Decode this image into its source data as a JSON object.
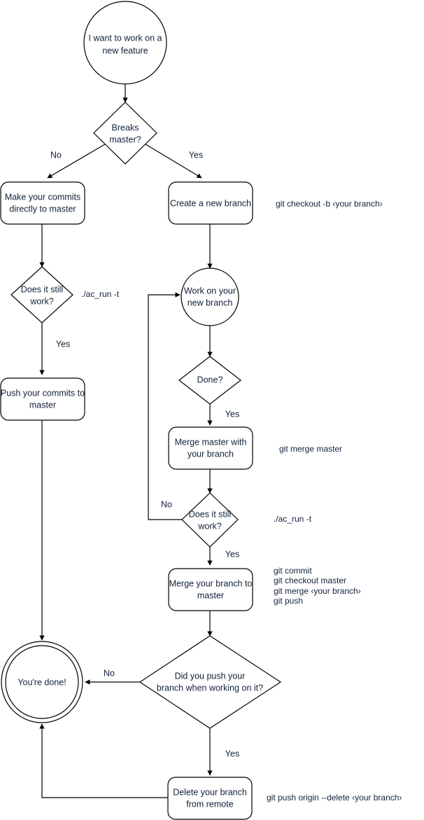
{
  "diagram": {
    "title": "Git feature branch workflow flowchart",
    "colors": {
      "background": "#ffffff",
      "stroke": "#000000",
      "text": "#11213a",
      "shape_fill": "#ffffff"
    },
    "nodes": {
      "start": {
        "shape": "circle",
        "line1": "I want to work on a",
        "line2": "new feature"
      },
      "breaks_master": {
        "shape": "diamond",
        "line1": "Breaks",
        "line2": "master?"
      },
      "make_commits": {
        "shape": "rounded-rect",
        "line1": "Make your commits",
        "line2": "directly to master"
      },
      "create_branch": {
        "shape": "rounded-rect",
        "line1": "Create a new branch",
        "line2": ""
      },
      "does_it_work_left": {
        "shape": "diamond",
        "line1": "Does it still",
        "line2": "work?"
      },
      "push_commits": {
        "shape": "rounded-rect",
        "line1": "Push your commits to",
        "line2": "master"
      },
      "work_on_branch": {
        "shape": "circle",
        "line1": "Work on your",
        "line2": "new branch"
      },
      "done_q": {
        "shape": "diamond",
        "line1": "Done?",
        "line2": ""
      },
      "merge_master_with_branch": {
        "shape": "rounded-rect",
        "line1": "Merge master with",
        "line2": "your branch"
      },
      "does_it_work_right": {
        "shape": "diamond",
        "line1": "Does it still",
        "line2": "work?"
      },
      "merge_branch_to_master": {
        "shape": "rounded-rect",
        "line1": "Merge your branch to",
        "line2": "master"
      },
      "did_you_push": {
        "shape": "diamond",
        "line1": "Did you push your",
        "line2": "branch when working on it?"
      },
      "youre_done": {
        "shape": "double-circle",
        "line1": "You're done!",
        "line2": ""
      },
      "delete_branch": {
        "shape": "rounded-rect",
        "line1": "Delete your branch",
        "line2": "from remote"
      }
    },
    "edge_labels": {
      "breaks_no": "No",
      "breaks_yes": "Yes",
      "left_work_yes": "Yes",
      "done_yes": "Yes",
      "right_work_no": "No",
      "right_work_yes": "Yes",
      "push_no": "No",
      "push_yes": "Yes"
    },
    "annotations": {
      "checkout_branch": "git checkout -b ‹your branch›",
      "ac_run_left": "./ac_run -t",
      "merge_master": "git merge master",
      "ac_run_right": "./ac_run -t",
      "merge_commands_1": "git commit",
      "merge_commands_2": "git checkout master",
      "merge_commands_3": "git merge ‹your branch›",
      "merge_commands_4": "git push",
      "delete_remote": "git push origin --delete ‹your branch›"
    }
  }
}
